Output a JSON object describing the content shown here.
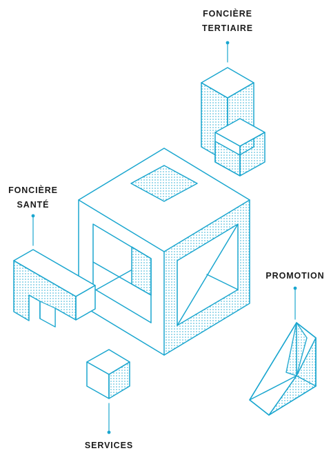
{
  "colors": {
    "stroke": "#1aa6cf",
    "text": "#1a1a1a",
    "background": "#ffffff"
  },
  "labels": {
    "fonciere_tertiaire": {
      "line1": "FONCIÈRE",
      "line2": "TERTIAIRE"
    },
    "fonciere_sante": {
      "line1": "FONCIÈRE",
      "line2": "SANTÉ"
    },
    "promotion": {
      "line1": "PROMOTION"
    },
    "services": {
      "line1": "SERVICES"
    }
  }
}
